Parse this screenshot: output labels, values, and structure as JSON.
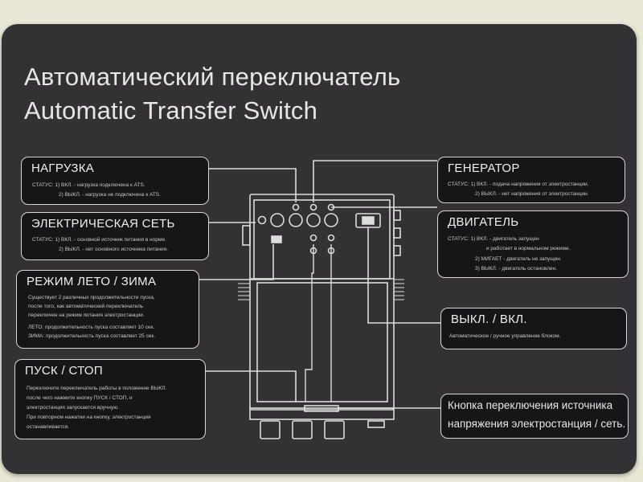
{
  "title": {
    "ru": "Автоматический переключатель",
    "en": "Automatic Transfer Switch"
  },
  "boxes": {
    "load": {
      "heading": "НАГРУЗКА",
      "lines": [
        "СТАТУС: 1) ВКЛ. - нагрузка подключена к ATS.",
        "2) ВЫКЛ. - нагрузка не подключена к ATS."
      ]
    },
    "mains": {
      "heading": "ЭЛЕКТРИЧЕСКАЯ СЕТЬ",
      "lines": [
        "СТАТУС: 1) ВКЛ. - основной источник питания в норме.",
        "2) ВЫКЛ. - нет основного источника питания."
      ]
    },
    "mode": {
      "heading": "РЕЖИМ ЛЕТО / ЗИМА",
      "lines": [
        "Существует 2 различных продолжительности пуска,",
        "после того, как автоматический переключатель",
        "переключен на режим питания электростанции.",
        "ЛЕТО: продолжительность пуска составляет 10 сек.",
        "ЗИМА: продолжительность пуска составляет 25 сек."
      ]
    },
    "startstop": {
      "heading": "ПУСК / СТОП",
      "lines": [
        "Переключите переключатель работы в положение ВЫКЛ.",
        "после чего нажмите кнопку ПУСК / СТОП, и",
        "электростанция запускается вручную.",
        "При повторном нажатии на кнопку, электростанция",
        "останавливается."
      ]
    },
    "generator": {
      "heading": "ГЕНЕРАТОР",
      "lines": [
        "СТАТУС: 1) ВКЛ. - подача напряжения от электростанции.",
        "2) ВЫКЛ. - нет напряжения от электростанции."
      ]
    },
    "engine": {
      "heading": "ДВИГАТЕЛЬ",
      "lines": [
        "СТАТУС: 1) ВКЛ. - двигатель запущен",
        "и работает в нормальном режиме.",
        "2) МИГАЕТ - двигатель не запущен.",
        "3) ВЫКЛ. - двигатель остановлен."
      ]
    },
    "offon": {
      "heading": "ВЫКЛ. / ВКЛ.",
      "lines": [
        "Автоматическое / ручное управление блоком."
      ]
    },
    "source": {
      "lines": [
        "Кнопка переключения источника",
        "напряжения электростанция / сеть."
      ]
    }
  },
  "colors": {
    "page": "#e9e7d6",
    "plate": "#333134",
    "box": "#161517",
    "line": "#dcdcdc"
  }
}
